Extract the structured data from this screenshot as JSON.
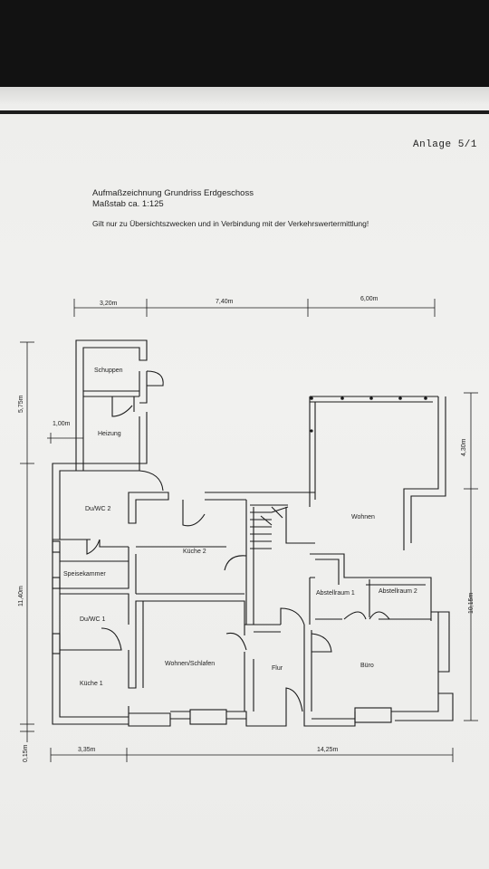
{
  "sheet": {
    "anlage": "Anlage 5/1",
    "title": "Aufmaßzeichnung Grundriss Erdgeschoss",
    "scale": "Maßstab ca. 1:125",
    "note": "Gilt nur zu Übersichtszwecken und in Verbindung mit der Verkehrswertermittlung!"
  },
  "rooms": {
    "schuppen": "Schuppen",
    "heizung": "Heizung",
    "duwc2": "Du/WC 2",
    "kueche2": "Küche 2",
    "wohnen": "Wohnen",
    "speisekammer": "Speisekammer",
    "abstellraum1": "Abstellraum 1",
    "abstellraum2": "Abstellraum 2",
    "duwc1": "Du/WC 1",
    "wohnen_schlafen": "Wohnen/Schlafen",
    "flur": "Flur",
    "buero": "Büro",
    "kueche1": "Küche 1"
  },
  "dimensions": {
    "top1": "3,20m",
    "top2": "7,40m",
    "top3": "6,00m",
    "left_upper": "5,75m",
    "left_inset": "1,00m",
    "left_lower": "11,40m",
    "left_small": "0,15m",
    "right_upper": "4,30m",
    "right_lower": "10,15m",
    "bottom1": "3,35m",
    "bottom2": "14,25m"
  }
}
